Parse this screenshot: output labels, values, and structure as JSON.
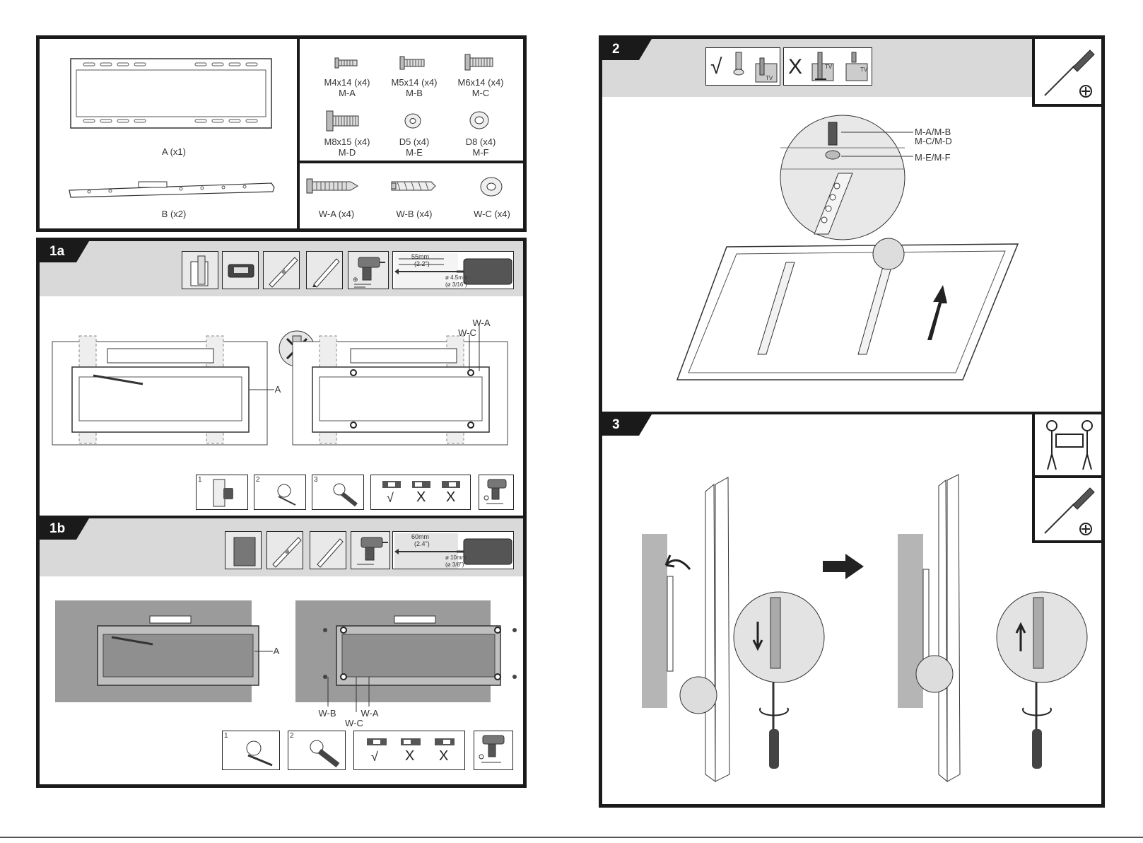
{
  "parts": {
    "a": "A (x1)",
    "b": "B (x2)",
    "screws": [
      {
        "size": "M4x14 (x4)",
        "code": "M-A"
      },
      {
        "size": "M5x14 (x4)",
        "code": "M-B"
      },
      {
        "size": "M6x14 (x4)",
        "code": "M-C"
      },
      {
        "size": "M8x15 (x4)",
        "code": "M-D"
      },
      {
        "size": "D5 (x4)",
        "code": "M-E"
      },
      {
        "size": "D8 (x4)",
        "code": "M-F"
      }
    ],
    "wall": [
      "W-A (x4)",
      "W-B (x4)",
      "W-C (x4)"
    ]
  },
  "step1a": {
    "tag": "1a",
    "drill": {
      "depth_mm": "55mm",
      "depth_in": "(2.2\")",
      "bit_mm": "ø 4.5mm",
      "bit_in": "(ø 3/16\")"
    },
    "callout_a": "A",
    "callout_wa": "W-A",
    "callout_wc": "W-C",
    "sub_steps": [
      "1",
      "2",
      "3"
    ],
    "level_marks": [
      "√",
      "X",
      "X"
    ]
  },
  "step1b": {
    "tag": "1b",
    "drill": {
      "depth_mm": "60mm",
      "depth_in": "(2.4\")",
      "bit_mm": "ø 10mm",
      "bit_in": "(ø 3/8\")"
    },
    "callout_a": "A",
    "callout_wb": "W-B",
    "callout_wa": "W-A",
    "callout_wc": "W-C",
    "sub_steps": [
      "1",
      "2"
    ],
    "level_marks": [
      "√",
      "X",
      "X"
    ]
  },
  "step2": {
    "tag": "2",
    "check": "√",
    "cross": "X",
    "tv_label": "TV",
    "callout_mamb": "M-A/M-B",
    "callout_mcmd": "M-C/M-D",
    "callout_memf": "M-E/M-F"
  },
  "step3": {
    "tag": "3"
  },
  "colors": {
    "frame": "#1a1a1a",
    "header_bar": "#d9d9d9",
    "concrete": "#8f8f8f",
    "wall_gray": "#b5b5b5"
  }
}
